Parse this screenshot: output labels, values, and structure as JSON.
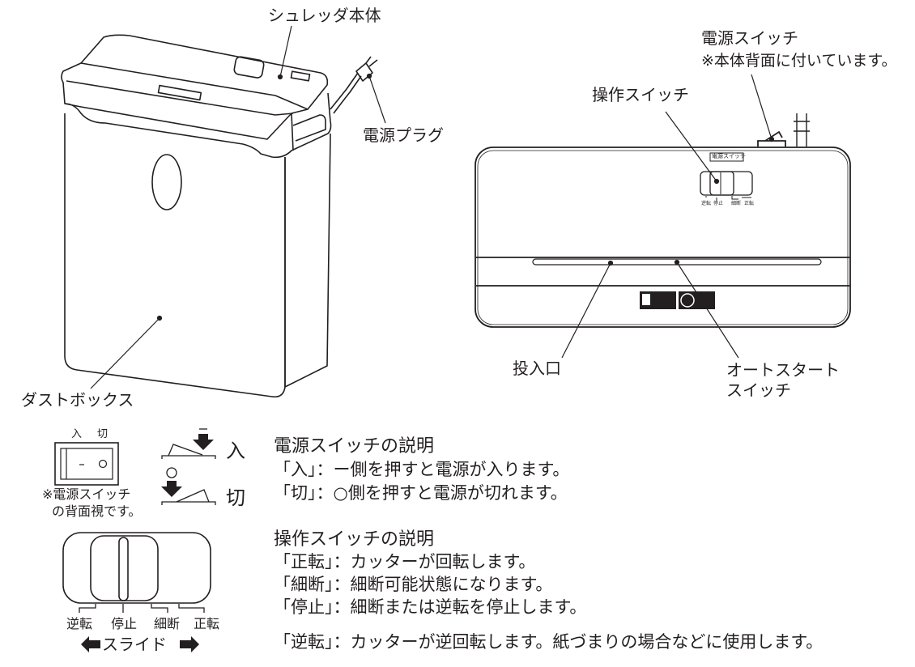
{
  "labels": {
    "shredder_body": "シュレッダ本体",
    "power_plug": "電源プラグ",
    "dust_box": "ダストボックス",
    "power_switch": "電源スイッチ",
    "power_switch_note": "※本体背面に付いています。",
    "operation_switch": "操作スイッチ",
    "insertion_slot": "投入口",
    "auto_start_line1": "オートスタート",
    "auto_start_line2": "スイッチ",
    "panel_power_switch_tag": "電源スイッチ",
    "panel_positions": [
      "逆転",
      "停止",
      "細断",
      "正転"
    ]
  },
  "rocker": {
    "on": "入",
    "off": "切",
    "note_line1": "※電源スイッチ",
    "note_line2": "の背面視です。",
    "on_side": "入",
    "off_side": "切"
  },
  "slide_switch": {
    "positions": [
      "逆転",
      "停止",
      "細断",
      "正転"
    ],
    "slide_label": "スライド"
  },
  "power_explanation": {
    "title": "電源スイッチの説明",
    "lines": [
      {
        "key": "「入」",
        "text": "：ー側を押すと電源が入ります。"
      },
      {
        "key": "「切」",
        "text": "：○側を押すと電源が切れます。"
      }
    ]
  },
  "operation_explanation": {
    "title": "操作スイッチの説明",
    "lines": [
      {
        "key": "「正転」",
        "text": "：カッターが回転します。"
      },
      {
        "key": "「細断」",
        "text": "：細断可能状態になります。"
      },
      {
        "key": "「停止」",
        "text": "：細断または逆転を停止します。"
      },
      {
        "key": "「逆転」",
        "text": "：カッターが逆回転します。紙づまりの場合などに使用します。"
      }
    ]
  }
}
